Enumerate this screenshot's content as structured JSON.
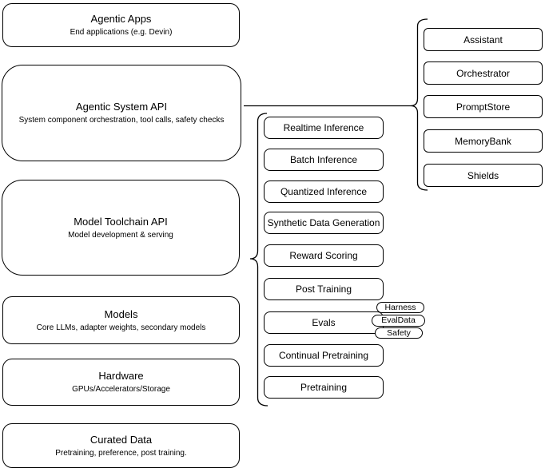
{
  "colors": {
    "background": "#ffffff",
    "stroke": "#000000",
    "text": "#000000"
  },
  "left_column": [
    {
      "title": "Agentic Apps",
      "subtitle": "End applications (e.g. Devin)"
    },
    {
      "title": "Agentic System API",
      "subtitle": "System component orchestration, tool calls, safety checks"
    },
    {
      "title": "Model Toolchain API",
      "subtitle": "Model development & serving"
    },
    {
      "title": "Models",
      "subtitle": "Core LLMs, adapter weights, secondary models"
    },
    {
      "title": "Hardware",
      "subtitle": "GPUs/Accelerators/Storage"
    },
    {
      "title": "Curated Data",
      "subtitle": "Pretraining, preference, post training."
    }
  ],
  "toolchain_items": [
    "Realtime Inference",
    "Batch Inference",
    "Quantized Inference",
    "Synthetic Data Generation",
    "Reward Scoring",
    "Post Training",
    "Evals",
    "Continual Pretraining",
    "Pretraining"
  ],
  "eval_tags": [
    "Harness",
    "EvalData",
    "Safety"
  ],
  "system_components": [
    "Assistant",
    "Orchestrator",
    "PromptStore",
    "MemoryBank",
    "Shields"
  ]
}
